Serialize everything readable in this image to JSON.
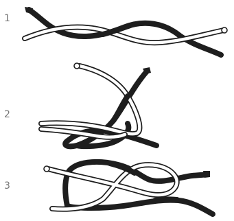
{
  "steps": [
    {
      "number": "1"
    },
    {
      "number": "2"
    },
    {
      "number": "3"
    }
  ],
  "colors": {
    "dark_rope": "#1e1e1e",
    "light_rope_fill": "#ffffff",
    "light_rope_outline": "#1e1e1e",
    "label": "#777777"
  }
}
